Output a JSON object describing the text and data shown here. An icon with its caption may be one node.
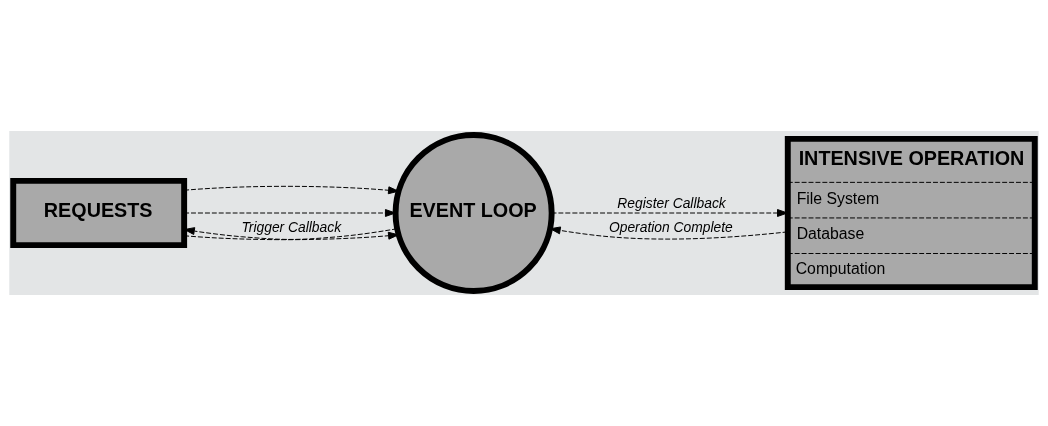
{
  "diagram": {
    "nodes": [
      {
        "text": [
          "REQUESTS"
        ]
      },
      {
        "text": [
          "EVENT LOOP"
        ]
      },
      {
        "text": [
          "INTENSIVE OPERATION",
          "File System",
          "Database",
          "Computation"
        ]
      }
    ],
    "edges": [
      {
        "from": 0,
        "to": 1,
        "arrow": "to",
        "style": "dashed"
      },
      {
        "from": 0,
        "to": 1,
        "arrow": "to",
        "style": "dashed"
      },
      {
        "from": 0,
        "to": 1,
        "arrow": "to",
        "style": "dashed"
      },
      {
        "from": 1,
        "to": 2,
        "arrow": "to",
        "style": "dashed",
        "label": "Register Callback"
      },
      {
        "from": 2,
        "to": 1,
        "arrow": "to",
        "style": "dashed",
        "label": "Operation Complete"
      },
      {
        "from": 1,
        "to": 0,
        "arrow": "to",
        "style": "dashed",
        "label": "Trigger Callback"
      }
    ]
  }
}
